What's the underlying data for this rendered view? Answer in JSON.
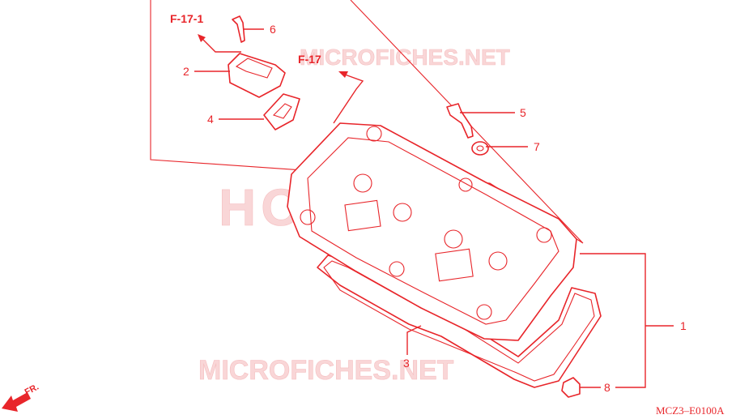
{
  "watermark": {
    "site_top": "MICROFICHES.NET",
    "brand": "HONDA",
    "site_bottom": "MICROFICHES.NET"
  },
  "references": {
    "f17_1": "F-17-1",
    "f17": "F-17"
  },
  "callouts": {
    "c1": "1",
    "c2": "2",
    "c3": "3",
    "c4": "4",
    "c5": "5",
    "c6": "6",
    "c7": "7",
    "c8": "8"
  },
  "diagram_code": "MCZ3–E0100A",
  "direction_label": "FR.",
  "colors": {
    "line": "#e8252a",
    "watermark": "#f7c9ca"
  }
}
